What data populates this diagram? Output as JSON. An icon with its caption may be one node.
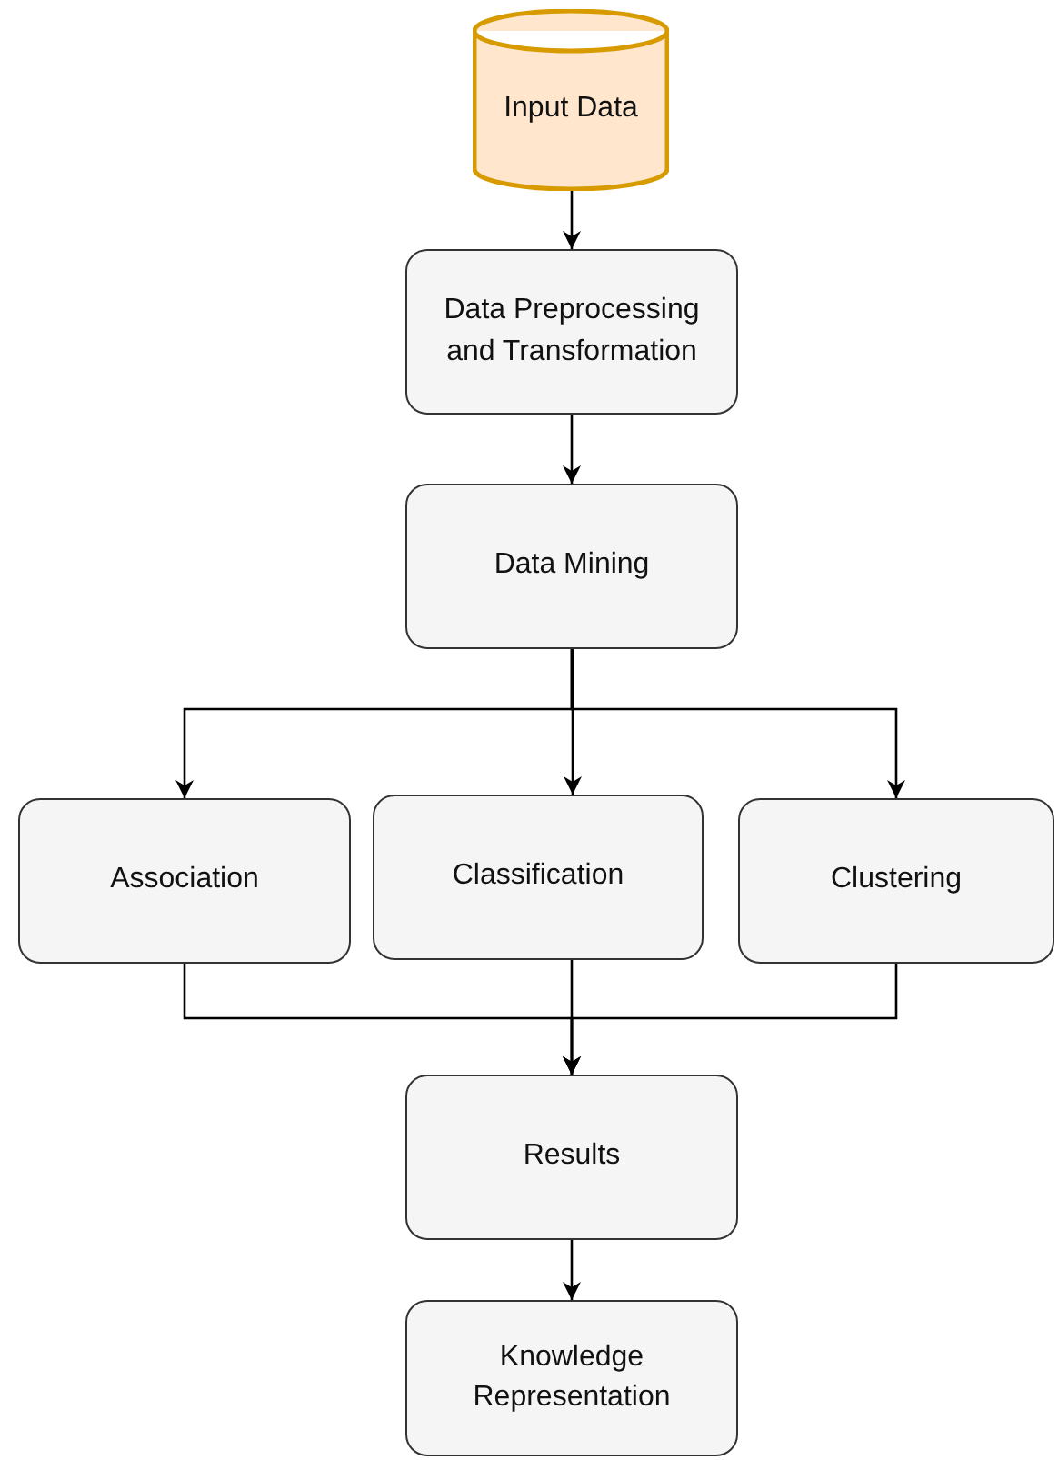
{
  "diagram": {
    "nodes": [
      {
        "text": [
          "Input Data"
        ]
      },
      {
        "text": [
          "Data Preprocessing and Transformation"
        ]
      },
      {
        "text": [
          "Data Mining"
        ]
      },
      {
        "text": [
          "Association"
        ]
      },
      {
        "text": [
          "Classification"
        ]
      },
      {
        "text": [
          "Clustering"
        ]
      },
      {
        "text": [
          "Results"
        ]
      },
      {
        "text": [
          "Knowledge Representation"
        ]
      }
    ],
    "edges": [
      {
        "from": 0,
        "to": 1,
        "arrow": "to"
      },
      {
        "from": 1,
        "to": 2,
        "arrow": "to"
      },
      {
        "from": 2,
        "to": 3,
        "arrow": "to"
      },
      {
        "from": 2,
        "to": 4,
        "arrow": "to"
      },
      {
        "from": 2,
        "to": 5,
        "arrow": "to"
      },
      {
        "from": 3,
        "to": 6,
        "arrow": "to"
      },
      {
        "from": 4,
        "to": 6,
        "arrow": "to"
      },
      {
        "from": 5,
        "to": 6,
        "arrow": "to"
      },
      {
        "from": 6,
        "to": 7,
        "arrow": "to"
      }
    ]
  }
}
